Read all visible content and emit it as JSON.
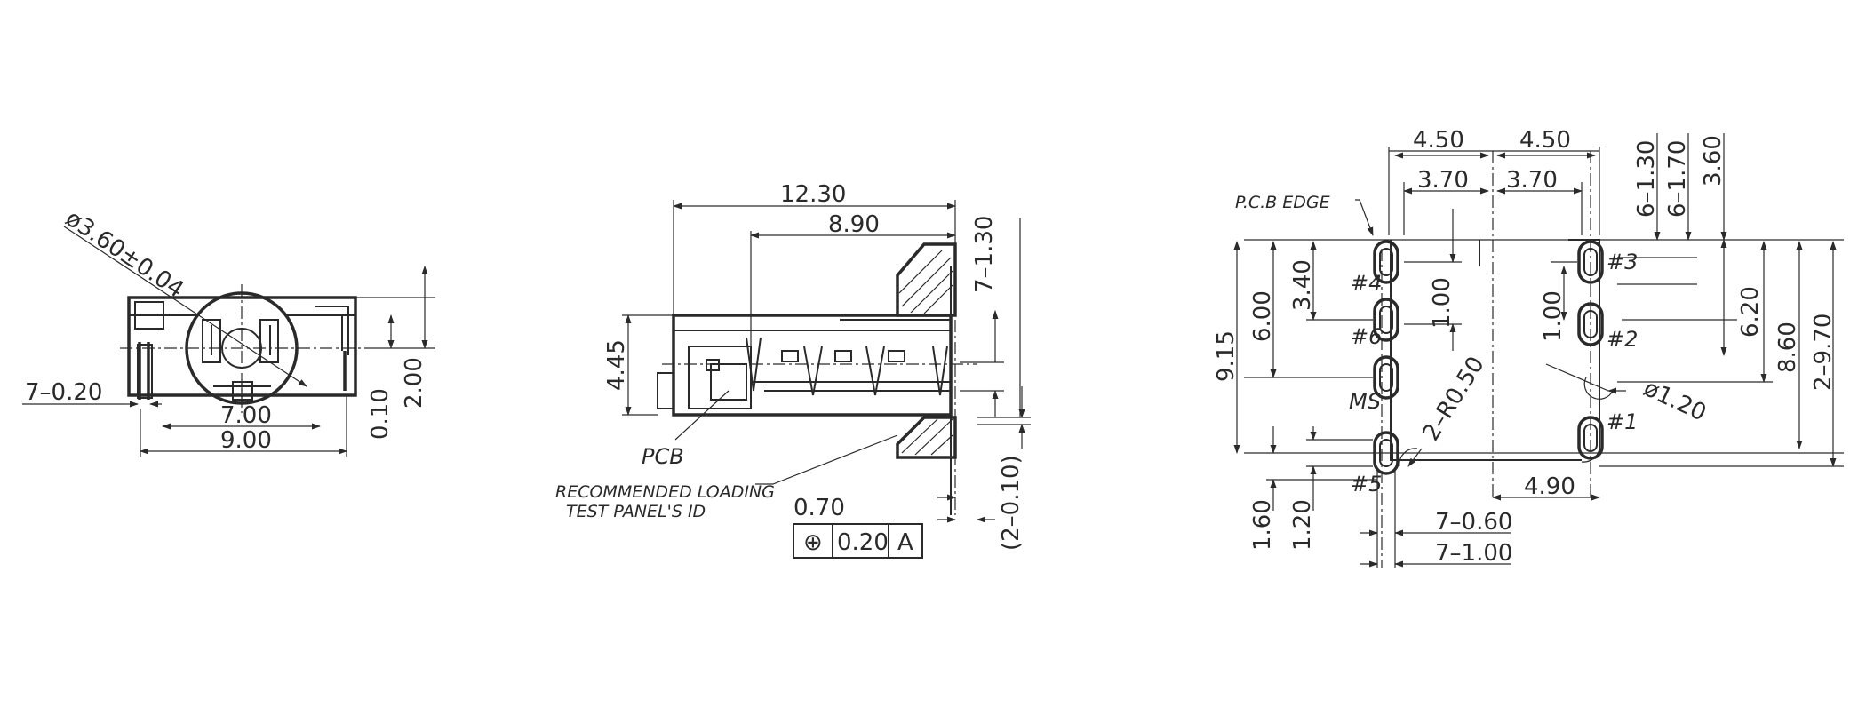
{
  "front_view": {
    "diameter_label": "ø3.60±0.04",
    "dims": {
      "pins": "7–0.20",
      "inner_width": "7.00",
      "outer_width": "9.00",
      "offset": "0.10",
      "height": "2.00"
    }
  },
  "side_view": {
    "dims": {
      "total_length": "12.30",
      "inner_length": "8.90",
      "pitch": "7–1.30",
      "height": "4.45",
      "thickness": "0.70",
      "lead": "(2–0.10)"
    },
    "pcb_label": "PCB",
    "loading_label_line1": "RECOMMENDED  LOADING",
    "loading_label_line2": "TEST PANEL'S ID",
    "tolerance_frame": {
      "symbol": "⊕",
      "value": "0.20",
      "datum": "A"
    }
  },
  "footprint_view": {
    "pcb_edge_label": "P.C.B EDGE",
    "pin_labels": {
      "p4": "#4",
      "p6": "#6",
      "ms": "MS",
      "p5": "#5",
      "p3": "#3",
      "p2": "#2",
      "p1": "#1"
    },
    "dims": {
      "left_half": "4.50",
      "right_half": "4.50",
      "left_inner": "3.70",
      "right_inner": "3.70",
      "d_6_130": "6–1.30",
      "d_6_170": "6–1.70",
      "d_360": "3.60",
      "d_915": "9.15",
      "d_600": "6.00",
      "d_340": "3.40",
      "d_100_l": "1.00",
      "d_100_r": "1.00",
      "d_620": "6.20",
      "d_860": "8.60",
      "d_2_970": "2–9.70",
      "hole": "ø1.20",
      "radius": "2–R0.50",
      "d_490": "4.90",
      "d_160": "1.60",
      "d_120": "1.20",
      "slot_w": "7–0.60",
      "slot_l": "7–1.00"
    }
  }
}
